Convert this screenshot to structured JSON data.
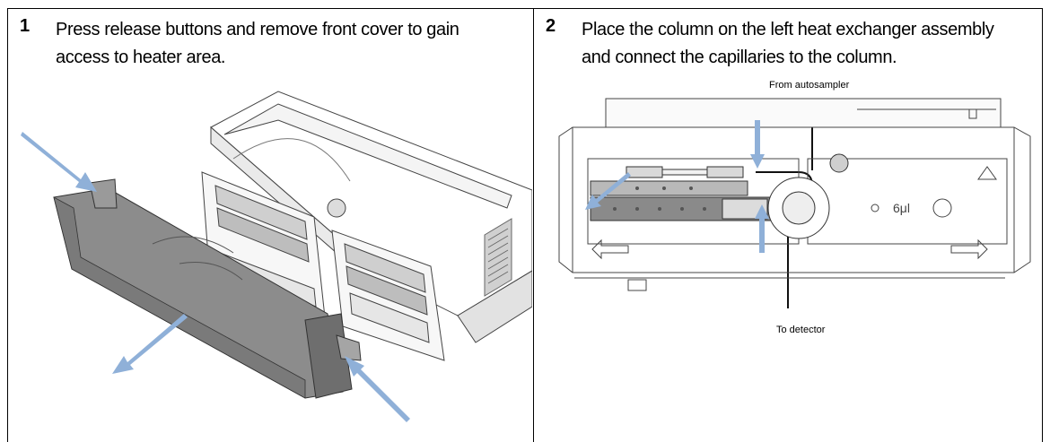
{
  "steps": [
    {
      "number": "1",
      "lines": [
        "Press release buttons and remove front cover to gain",
        "access to heater area."
      ]
    },
    {
      "number": "2",
      "lines": [
        "Place the column on the left heat exchanger assembly",
        "and connect the capillaries to the column."
      ]
    }
  ],
  "figure2": {
    "label_top": "From autosampler",
    "label_bottom": "To detector"
  },
  "colors": {
    "arrow": "#8fb0d8",
    "cover": "#8c8c8c",
    "outline": "#333333"
  },
  "icons": [
    "arrow-icon"
  ]
}
